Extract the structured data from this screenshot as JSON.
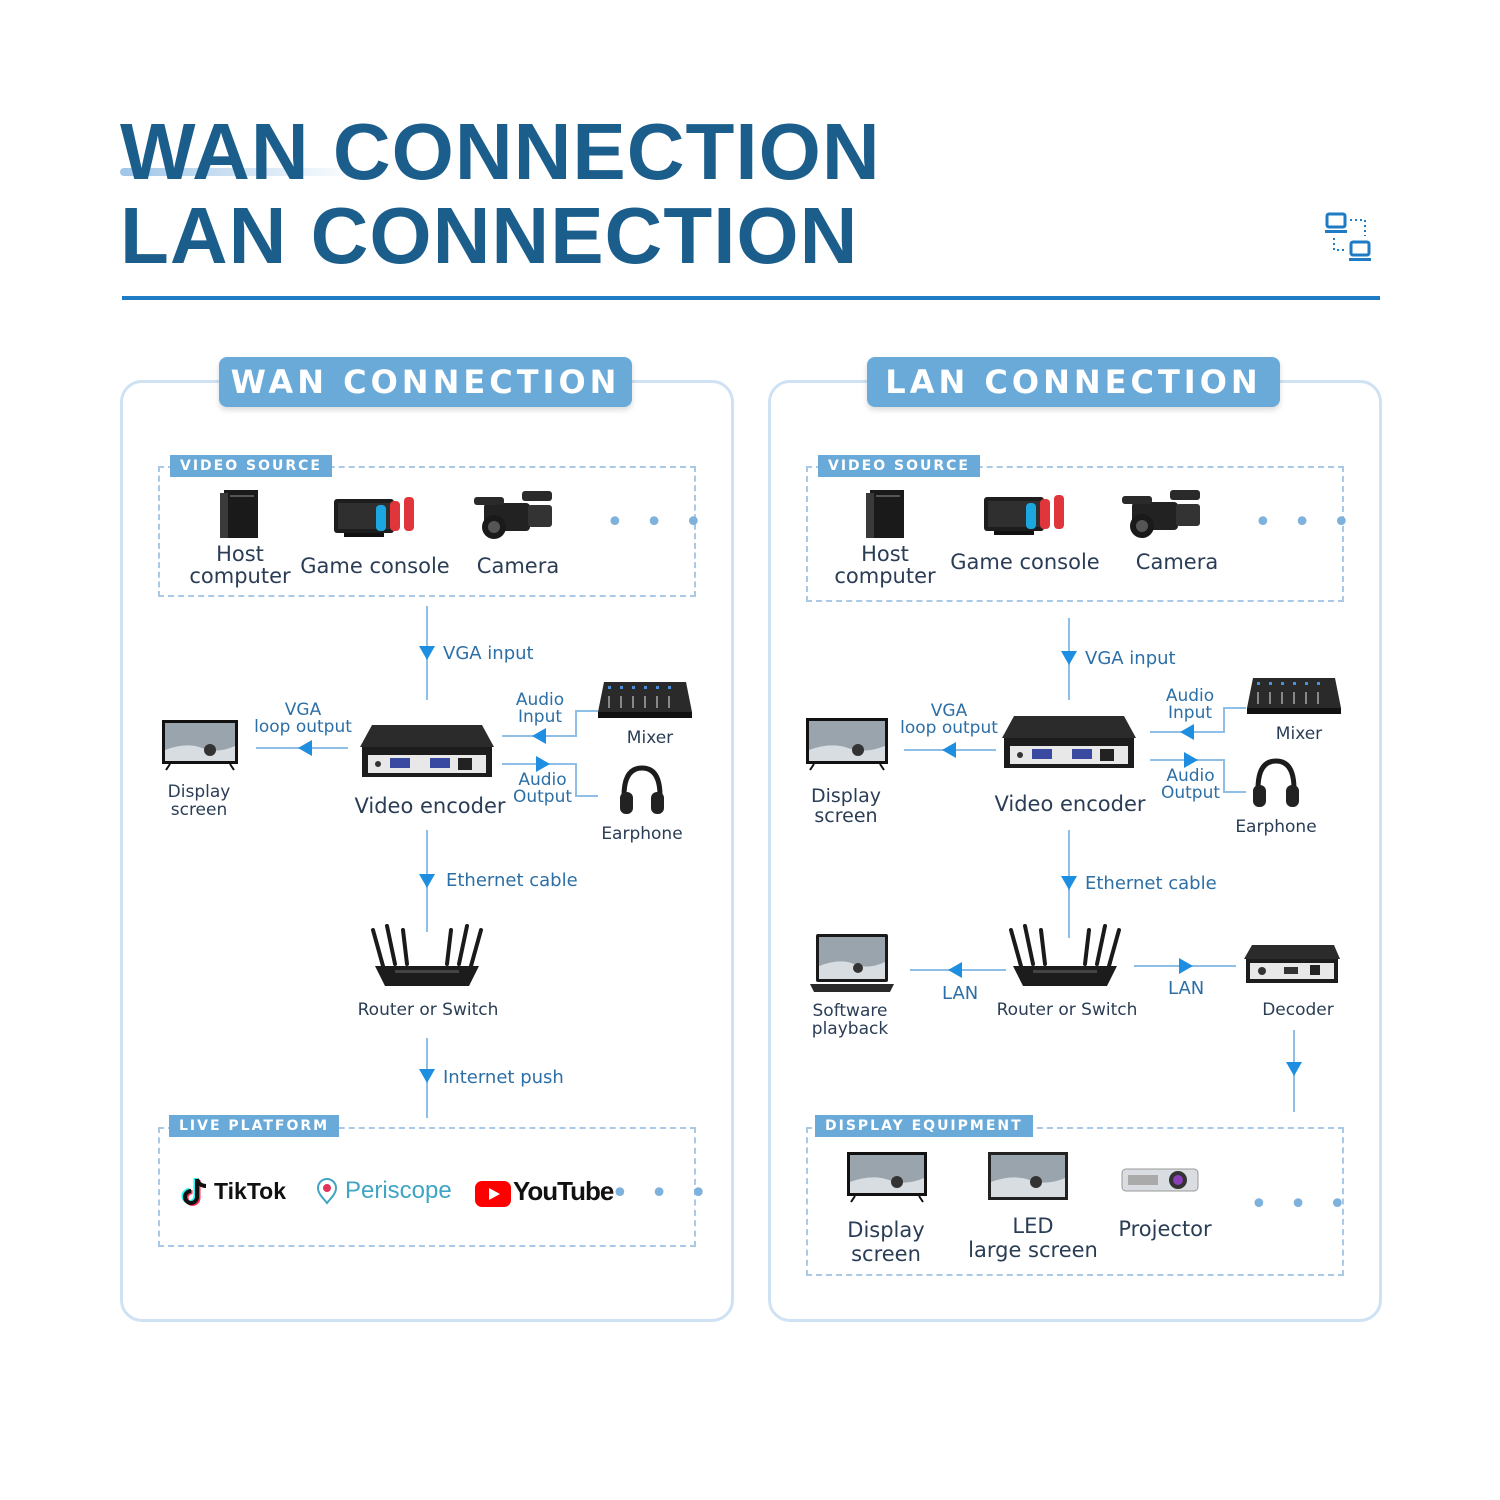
{
  "hero": {
    "line1": "WAN CONNECTION",
    "line2": "LAN CONNECTION"
  },
  "colors": {
    "brand_blue": "#1b5e8c",
    "accent_blue": "#1e7bc4",
    "tag_blue": "#6aaad9",
    "panel_border": "#cfe2f4"
  },
  "wan": {
    "title": "WAN CONNECTION",
    "video_source": {
      "tag": "VIDEO SOURCE",
      "items": [
        {
          "icon": "host-computer-icon",
          "label1": "Host",
          "label2": "computer"
        },
        {
          "icon": "game-console-icon",
          "label": "Game console"
        },
        {
          "icon": "camera-icon",
          "label": "Camera"
        }
      ],
      "more": "• • •"
    },
    "vga_input": "VGA input",
    "vga_loop": {
      "line1": "VGA",
      "line2": "loop output"
    },
    "display": {
      "icon": "display-screen-icon",
      "line1": "Display",
      "line2": "screen"
    },
    "encoder": {
      "icon": "video-encoder-icon",
      "label": "Video encoder"
    },
    "audio_input": {
      "line1": "Audio",
      "line2": "Input"
    },
    "audio_output": {
      "line1": "Audio",
      "line2": "Output"
    },
    "mixer": {
      "icon": "mixer-icon",
      "label": "Mixer"
    },
    "earphone": {
      "icon": "earphone-icon",
      "label": "Earphone"
    },
    "ethernet": "Ethernet cable",
    "router": {
      "icon": "router-icon",
      "label": "Router or Switch"
    },
    "internet_push": "Internet push",
    "live_platform": {
      "tag": "LIVE PLATFORM",
      "items": [
        {
          "icon": "tiktok-icon",
          "label": "TikTok"
        },
        {
          "icon": "periscope-icon",
          "label": "Periscope"
        },
        {
          "icon": "youtube-icon",
          "label": "YouTube"
        }
      ],
      "more": "• • •"
    }
  },
  "lan": {
    "title": "LAN CONNECTION",
    "video_source": {
      "tag": "VIDEO SOURCE",
      "items": [
        {
          "icon": "host-computer-icon",
          "label1": "Host",
          "label2": "computer"
        },
        {
          "icon": "game-console-icon",
          "label": "Game console"
        },
        {
          "icon": "camera-icon",
          "label": "Camera"
        }
      ],
      "more": "• • •"
    },
    "vga_input": "VGA input",
    "vga_loop": {
      "line1": "VGA",
      "line2": "loop output"
    },
    "display": {
      "icon": "display-screen-icon",
      "line1": "Display",
      "line2": "screen"
    },
    "encoder": {
      "icon": "video-encoder-icon",
      "label": "Video encoder"
    },
    "audio_input": {
      "line1": "Audio",
      "line2": "Input"
    },
    "audio_output": {
      "line1": "Audio",
      "line2": "Output"
    },
    "mixer": {
      "icon": "mixer-icon",
      "label": "Mixer"
    },
    "earphone": {
      "icon": "earphone-icon",
      "label": "Earphone"
    },
    "ethernet": "Ethernet cable",
    "router": {
      "icon": "router-icon",
      "label": "Router or Switch"
    },
    "software": {
      "icon": "laptop-icon",
      "line1": "Software",
      "line2": "playback"
    },
    "lan_left": "LAN",
    "lan_right": "LAN",
    "decoder": {
      "icon": "decoder-icon",
      "label": "Decoder"
    },
    "display_equipment": {
      "tag": "DISPLAY EQUIPMENT",
      "items": [
        {
          "icon": "display-screen-icon",
          "line1": "Display",
          "line2": "screen"
        },
        {
          "icon": "led-screen-icon",
          "line1": "LED",
          "line2": "large screen"
        },
        {
          "icon": "projector-icon",
          "label": "Projector"
        }
      ],
      "more": "• • •"
    }
  }
}
